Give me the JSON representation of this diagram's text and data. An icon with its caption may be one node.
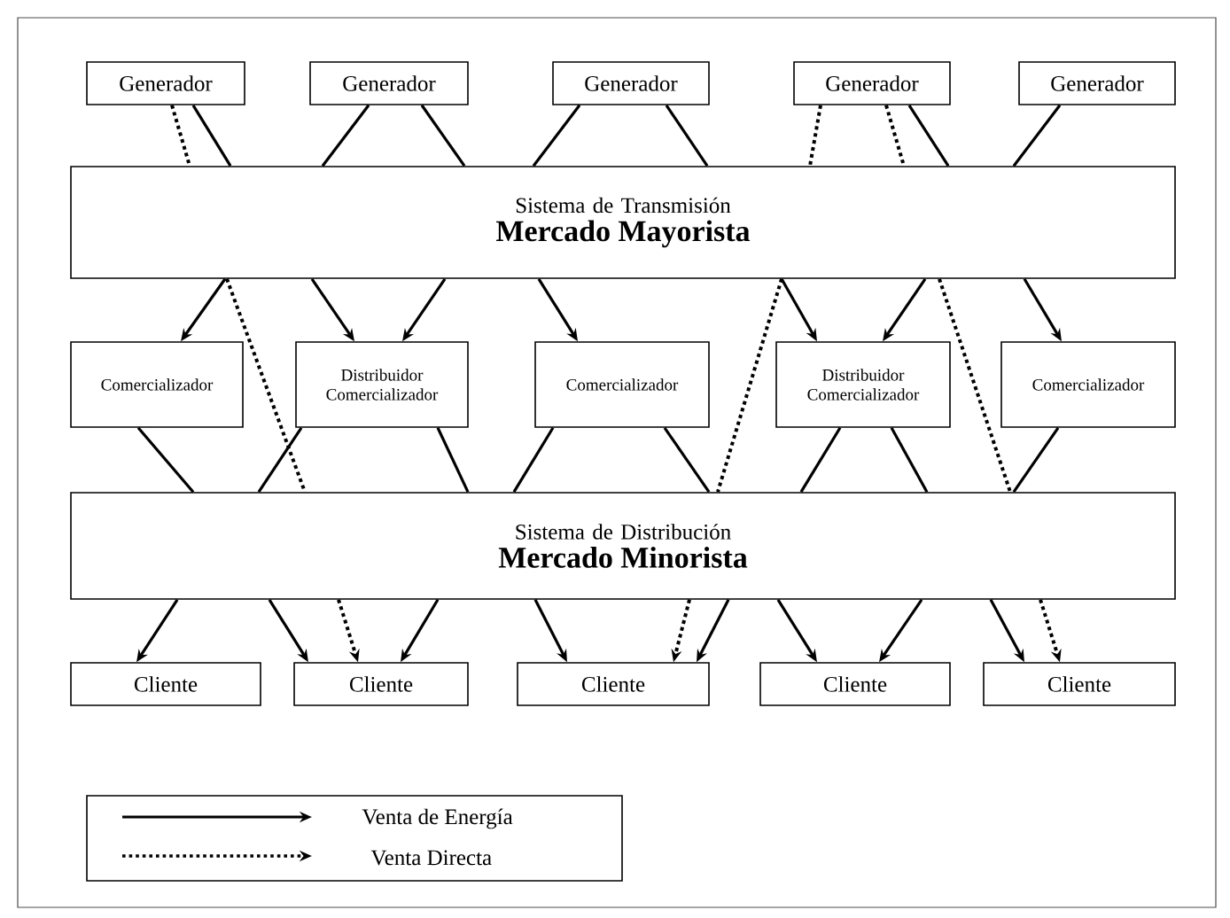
{
  "diagram": {
    "nodes": [
      {
        "text": [
          "Generador"
        ]
      },
      {
        "text": [
          "Generador"
        ]
      },
      {
        "text": [
          "Generador"
        ]
      },
      {
        "text": [
          "Generador"
        ]
      },
      {
        "text": [
          "Generador"
        ]
      },
      {
        "text": [
          "Sistema de Transmisión",
          "Mercado Mayorista"
        ]
      },
      {
        "text": [
          "Comercializador"
        ]
      },
      {
        "text": [
          "Distribuidor Comercializador"
        ]
      },
      {
        "text": [
          "Comercializador"
        ]
      },
      {
        "text": [
          "Distribuidor Comercializador"
        ]
      },
      {
        "text": [
          "Comercializador"
        ]
      },
      {
        "text": [
          "Sistema de Distribución",
          "Mercado Minorista"
        ]
      },
      {
        "text": [
          "Cliente"
        ]
      },
      {
        "text": [
          "Cliente"
        ]
      },
      {
        "text": [
          "Cliente"
        ]
      },
      {
        "text": [
          "Cliente"
        ]
      },
      {
        "text": [
          "Cliente"
        ]
      }
    ],
    "edges": [
      {
        "from": 0,
        "to": 5,
        "arrow": "none",
        "style": "dashed"
      },
      {
        "from": 0,
        "to": 5,
        "arrow": "none"
      },
      {
        "from": 1,
        "to": 5,
        "arrow": "none"
      },
      {
        "from": 1,
        "to": 5,
        "arrow": "none"
      },
      {
        "from": 2,
        "to": 5,
        "arrow": "none"
      },
      {
        "from": 2,
        "to": 5,
        "arrow": "none"
      },
      {
        "from": 3,
        "to": 5,
        "arrow": "none",
        "style": "dashed"
      },
      {
        "from": 3,
        "to": 5,
        "arrow": "none",
        "style": "dashed"
      },
      {
        "from": 3,
        "to": 5,
        "arrow": "none"
      },
      {
        "from": 4,
        "to": 5,
        "arrow": "none"
      },
      {
        "from": 5,
        "to": 6,
        "arrow": "to"
      },
      {
        "from": 5,
        "to": 7,
        "arrow": "to"
      },
      {
        "from": 5,
        "to": 7,
        "arrow": "to"
      },
      {
        "from": 5,
        "to": 8,
        "arrow": "to"
      },
      {
        "from": 5,
        "to": 9,
        "arrow": "to"
      },
      {
        "from": 5,
        "to": 9,
        "arrow": "to"
      },
      {
        "from": 5,
        "to": 10,
        "arrow": "to"
      },
      {
        "from": 5,
        "to": 11,
        "arrow": "none",
        "style": "dashed"
      },
      {
        "from": 5,
        "to": 11,
        "arrow": "none",
        "style": "dashed"
      },
      {
        "from": 5,
        "to": 11,
        "arrow": "none",
        "style": "dashed"
      },
      {
        "from": 6,
        "to": 11,
        "arrow": "none"
      },
      {
        "from": 7,
        "to": 11,
        "arrow": "none"
      },
      {
        "from": 7,
        "to": 11,
        "arrow": "none"
      },
      {
        "from": 8,
        "to": 11,
        "arrow": "none"
      },
      {
        "from": 8,
        "to": 11,
        "arrow": "none"
      },
      {
        "from": 9,
        "to": 11,
        "arrow": "none"
      },
      {
        "from": 9,
        "to": 11,
        "arrow": "none"
      },
      {
        "from": 10,
        "to": 11,
        "arrow": "none"
      },
      {
        "from": 11,
        "to": 12,
        "arrow": "to"
      },
      {
        "from": 11,
        "to": 13,
        "arrow": "to"
      },
      {
        "from": 11,
        "to": 13,
        "arrow": "to",
        "style": "dashed"
      },
      {
        "from": 11,
        "to": 13,
        "arrow": "to"
      },
      {
        "from": 11,
        "to": 14,
        "arrow": "to"
      },
      {
        "from": 11,
        "to": 14,
        "arrow": "to",
        "style": "dashed"
      },
      {
        "from": 11,
        "to": 14,
        "arrow": "to"
      },
      {
        "from": 11,
        "to": 15,
        "arrow": "to"
      },
      {
        "from": 11,
        "to": 15,
        "arrow": "to"
      },
      {
        "from": 11,
        "to": 16,
        "arrow": "to"
      },
      {
        "from": 11,
        "to": 16,
        "arrow": "to",
        "style": "dashed"
      }
    ],
    "legend": [
      {
        "text": "Venta de Energía"
      },
      {
        "text": "Venta Directa"
      }
    ]
  }
}
